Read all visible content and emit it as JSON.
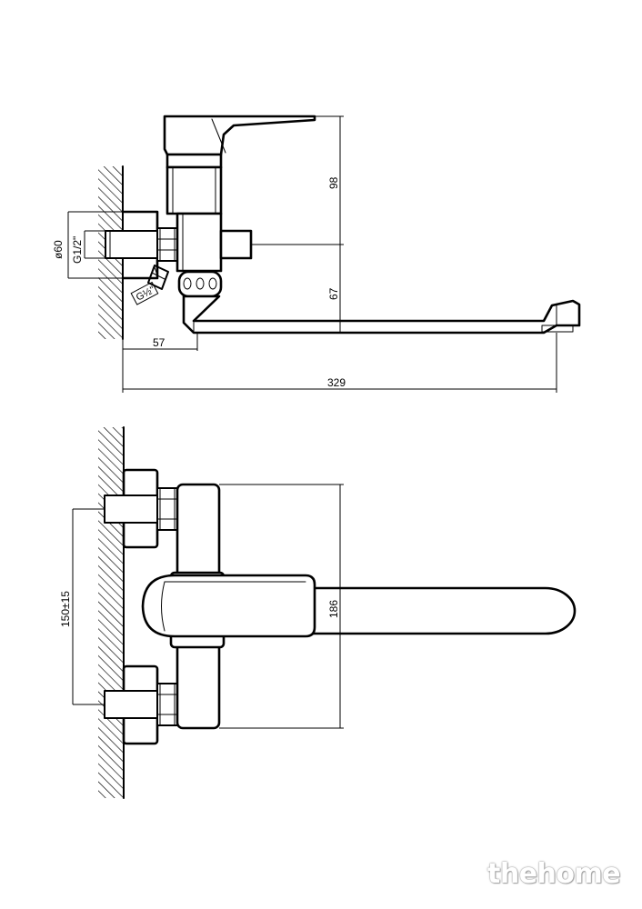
{
  "side_view": {
    "dim_diameter": "ø60",
    "dim_thread": "G1/2\"",
    "dim_aerator_thread": "G½\"",
    "dim_height_top": "98",
    "dim_height_spout": "67",
    "dim_wall_offset": "57",
    "dim_total_reach": "329"
  },
  "front_view": {
    "dim_center_distance": "150±15",
    "dim_body_height": "186"
  },
  "watermark": "thehome"
}
